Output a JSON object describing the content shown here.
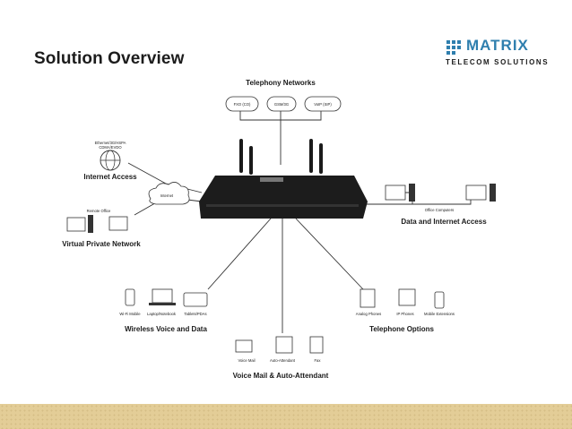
{
  "slide": {
    "title": "Solution Overview"
  },
  "logo": {
    "name": "MATRIX",
    "tagline": "TELECOM SOLUTIONS"
  },
  "colors": {
    "brand_blue": "#2f7fae",
    "band": "#e3cd97",
    "device": "#1a1a1a"
  },
  "telephony": {
    "title": "Telephony Networks",
    "networks": [
      "FXO (CO)",
      "GSM/3G",
      "VoIP (SIP)"
    ]
  },
  "internet": {
    "title": "Internet Access",
    "technologies": "Ethernet/3G/HSPA\nCDMA/EVDO",
    "cloud_label": "Internet"
  },
  "vpn": {
    "title": "Virtual Private Network",
    "remote_label": "Remote Office"
  },
  "office": {
    "title": "Data and Internet Access",
    "computers_label": "Office Computers"
  },
  "wireless": {
    "title": "Wireless Voice and Data",
    "devices": [
      "Wi-Fi Mobile",
      "Laptop/Notebook",
      "Tablets/PDAs"
    ]
  },
  "telephone": {
    "title": "Telephone Options",
    "devices": [
      "Analog Phones",
      "IP Phones",
      "Mobile Extensions"
    ]
  },
  "voicemail": {
    "title": "Voice Mail & Auto-Attendant",
    "items": [
      "Voice Mail",
      "Auto-Attendant",
      "Fax"
    ]
  }
}
